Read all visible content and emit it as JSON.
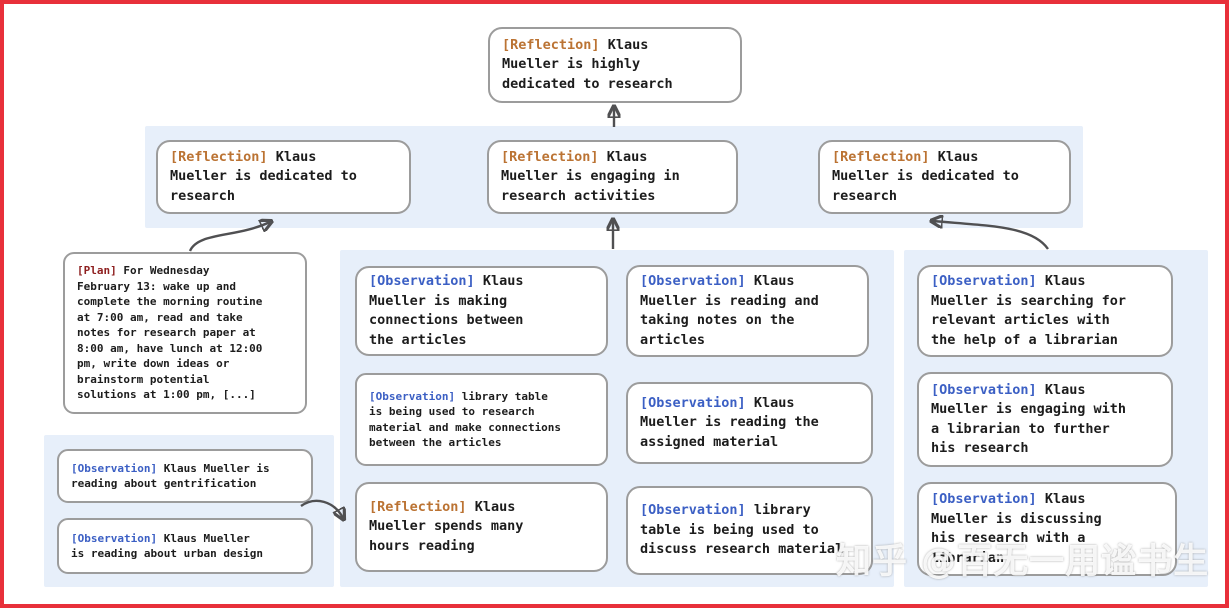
{
  "watermark": "知乎 @百无一用谧书生",
  "colors": {
    "frame_red": "#e8303a",
    "cluster_band_blue": "#e7effa",
    "node_border_gray": "#9c9c9c",
    "reflection_tag": "#bb7333",
    "observation_tag": "#3b5fc4",
    "plan_tag": "#8e1f1f",
    "arrow": "#505052",
    "text": "#1c1c1c"
  },
  "nodes": {
    "root": {
      "tag": "[Reflection]",
      "body": "Klaus\nMueller is highly\ndedicated to research"
    },
    "refl_left": {
      "tag": "[Reflection]",
      "body": "Klaus\nMueller is dedicated to\nresearch"
    },
    "refl_mid": {
      "tag": "[Reflection]",
      "body": "Klaus\nMueller is engaging in\nresearch activities"
    },
    "refl_right": {
      "tag": "[Reflection]",
      "body": "Klaus\nMueller is dedicated to\nresearch"
    },
    "plan": {
      "tag": "[Plan]",
      "body": "For Wednesday\nFebruary 13: wake up and\ncomplete the morning routine\nat 7:00 am, read and take\nnotes for research paper at\n8:00 am, have lunch at 12:00\npm, write down ideas or\nbrainstorm potential\nsolutions at 1:00 pm, [...]"
    },
    "obs_gentrification": {
      "tag": "[Observation]",
      "body": "Klaus Mueller is\nreading about gentrification"
    },
    "obs_urban_design": {
      "tag": "[Observation]",
      "body": "Klaus Mueller\nis reading about urban design"
    },
    "obs_connections": {
      "tag": "[Observation]",
      "body": "Klaus\nMueller is making\nconnections between\nthe articles"
    },
    "obs_library_research": {
      "tag": "[Observation]",
      "body": "library table\nis being used to research\nmaterial and make connections\nbetween the articles"
    },
    "refl_hours_reading": {
      "tag": "[Reflection]",
      "body": "Klaus\nMueller spends many\nhours reading"
    },
    "obs_taking_notes": {
      "tag": "[Observation]",
      "body": "Klaus\nMueller is reading and\ntaking notes on the\narticles"
    },
    "obs_assigned_material": {
      "tag": "[Observation]",
      "body": "Klaus\nMueller is reading the\nassigned material"
    },
    "obs_library_discuss": {
      "tag": "[Observation]",
      "body": "library\ntable is being used to\ndiscuss research material"
    },
    "obs_searching_articles": {
      "tag": "[Observation]",
      "body": "Klaus\nMueller is searching for\nrelevant articles with\nthe help of a librarian"
    },
    "obs_engaging_librarian": {
      "tag": "[Observation]",
      "body": "Klaus\nMueller is engaging with\na librarian to further\nhis research"
    },
    "obs_discussing_librarian": {
      "tag": "[Observation]",
      "body": "Klaus\nMueller is discussing\nhis research with a\nlibrarian"
    }
  }
}
